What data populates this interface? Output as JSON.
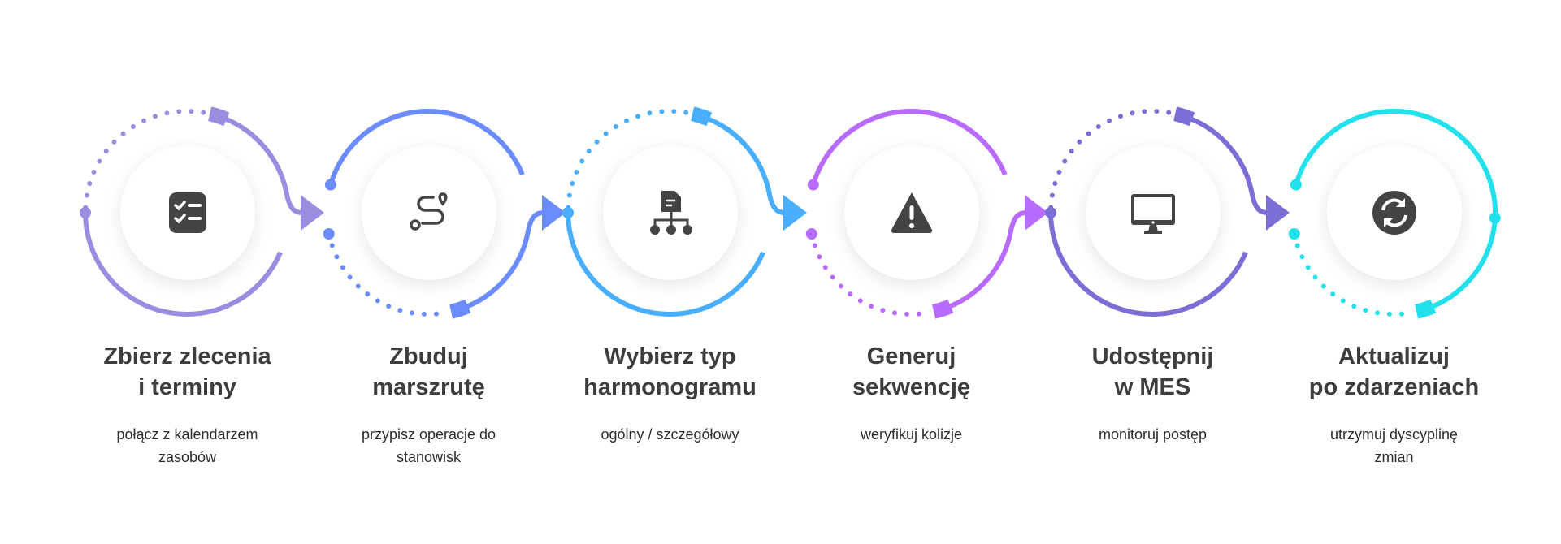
{
  "steps": [
    {
      "title": [
        "Zbierz zlecenia",
        "i terminy"
      ],
      "subtitle": [
        "połącz z kalendarzem",
        "zasobów"
      ],
      "icon": "checklist-icon",
      "color": "#9b8ce0",
      "pattern": "odd"
    },
    {
      "title": [
        "Zbuduj",
        "marszrutę"
      ],
      "subtitle": [
        "przypisz operacje do",
        "stanowisk"
      ],
      "icon": "route-icon",
      "color": "#6b8cff",
      "pattern": "even"
    },
    {
      "title": [
        "Wybierz typ",
        "harmonogramu"
      ],
      "subtitle": [
        "ogólny / szczegółowy"
      ],
      "icon": "hierarchy-icon",
      "color": "#4aaeff",
      "pattern": "odd"
    },
    {
      "title": [
        "Generuj",
        "sekwencję"
      ],
      "subtitle": [
        "weryfikuj kolizje"
      ],
      "icon": "warning-icon",
      "color": "#b86cff",
      "pattern": "even"
    },
    {
      "title": [
        "Udostępnij",
        "w MES"
      ],
      "subtitle": [
        "monitoruj postęp"
      ],
      "icon": "monitor-icon",
      "color": "#7b6fd6",
      "pattern": "odd"
    },
    {
      "title": [
        "Aktualizuj",
        "po zdarzeniach"
      ],
      "subtitle": [
        "utrzymuj dyscyplinę",
        "zmian"
      ],
      "icon": "refresh-icon",
      "color": "#22e0ec",
      "pattern": "last"
    }
  ]
}
